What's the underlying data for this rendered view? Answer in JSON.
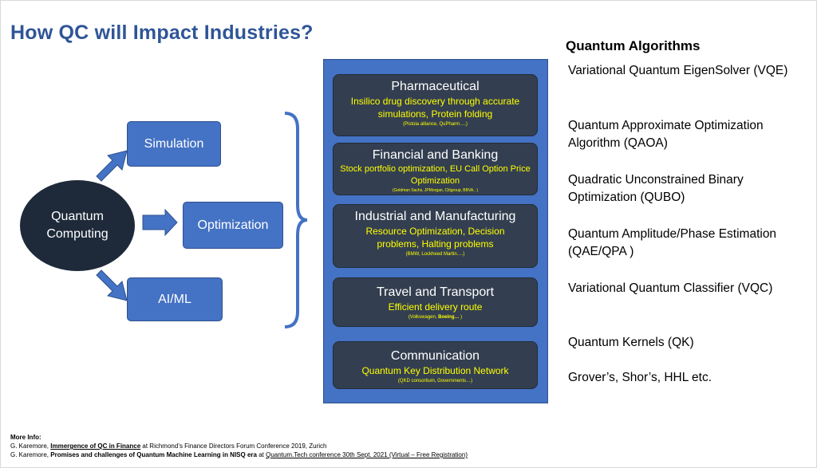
{
  "title": "How QC will Impact Industries?",
  "center": "Quantum\nComputing",
  "branches": [
    "Simulation",
    "Optimization",
    "AI/ML"
  ],
  "industries": [
    {
      "name": "Pharmaceutical",
      "desc": "Insilico drug discovery through accurate simulations, Protein folding",
      "note": "(Pistoia alliance, QuPharm….)"
    },
    {
      "name": "Financial and Banking",
      "desc": "Stock portfolio optimization, EU Call Option Price Optimization",
      "note": "(Goldman Sachs, JPMorgan, Citigroup, BBVA.. )"
    },
    {
      "name": "Industrial and Manufacturing",
      "desc": "Resource Optimization, Decision problems, Halting problems",
      "note": "(BMW, Lockheed Martin….)"
    },
    {
      "name": "Travel and Transport",
      "desc": "Efficient delivery route",
      "note_prefix": "(Volkswagen, ",
      "note_bold": "Boeing…",
      "note_suffix": " )"
    },
    {
      "name": "Communication",
      "desc": "Quantum Key Distribution Network",
      "note": "(QKD consortium, Governments…)"
    }
  ],
  "algorithms_title": "Quantum Algorithms",
  "algorithms": [
    "Variational Quantum EigenSolver (VQE)",
    "Quantum Approximate Optimization Algorithm (QAOA)",
    "Quadratic Unconstrained Binary Optimization (QUBO)",
    "Quantum Amplitude/Phase Estimation (QAE/QPA )",
    "Variational Quantum Classifier (VQC)",
    "Quantum Kernels (QK)",
    "Grover’s, Shor’s, HHL etc."
  ],
  "footer": {
    "heading": "More Info:",
    "line1_author": "G. Karemore, ",
    "line1_link": "Immergence of QC in Finance",
    "line1_rest": " at Richmond’s Finance Directors Forum Conference 2019, Zurich",
    "line2_author": "G. Karemore, ",
    "line2_bold": "Promises and challenges of Quantum Machine Learning in NISQ era",
    "line2_at": " at ",
    "line2_link": "Quantum.Tech conference  30th Sept. 2021 (Virtual – Free Registration)"
  },
  "colors": {
    "title": "#2f5597",
    "node": "#4472c4",
    "card": "#333f50",
    "highlight": "#ffff00",
    "ellipse": "#1e2a3a"
  }
}
